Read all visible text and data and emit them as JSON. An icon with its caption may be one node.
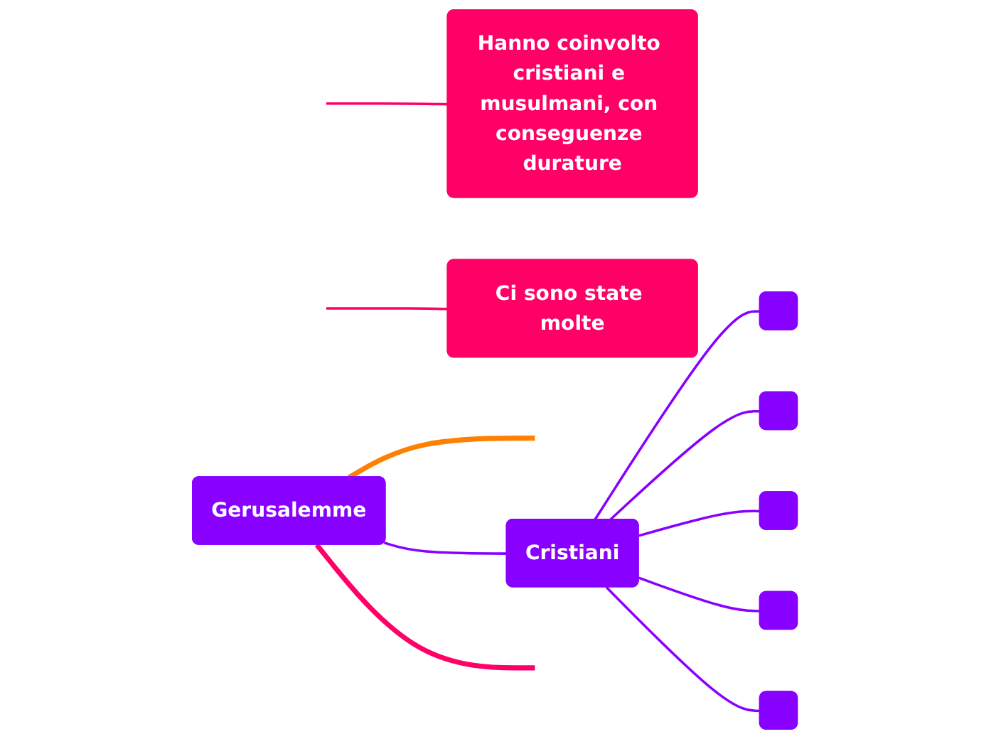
{
  "diagram": {
    "nodes": [
      {
        "text": [
          "Gerusalemme"
        ]
      },
      {
        "text": [
          "Cristiani"
        ]
      },
      {
        "text": [],
        "shape": "box"
      },
      {
        "text": [],
        "shape": "box"
      },
      {
        "text": [],
        "shape": "box"
      },
      {
        "text": [],
        "shape": "box"
      },
      {
        "text": [],
        "shape": "box"
      },
      {
        "text": [
          "Hanno coinvolto cristiani e musulmani, con conseguenze durature"
        ]
      },
      {
        "text": [
          "Ci sono state molte"
        ]
      }
    ],
    "edges": [
      {
        "from": 0,
        "to": null,
        "arrow": "none",
        "style": "thick",
        "color": "#ff8000"
      },
      {
        "from": 0,
        "to": 1,
        "arrow": "none"
      },
      {
        "from": 1,
        "to": 2,
        "arrow": "none"
      },
      {
        "from": 1,
        "to": 3,
        "arrow": "none"
      },
      {
        "from": 1,
        "to": 4,
        "arrow": "none"
      },
      {
        "from": 1,
        "to": 5,
        "arrow": "none"
      },
      {
        "from": 1,
        "to": 6,
        "arrow": "none"
      },
      {
        "from": 0,
        "to": null,
        "arrow": "none",
        "style": "thick",
        "color": "#ff0066"
      },
      {
        "from": null,
        "to": 7,
        "arrow": "none",
        "color": "#ff0066"
      },
      {
        "from": null,
        "to": 8,
        "arrow": "none",
        "color": "#ff0066"
      }
    ]
  }
}
